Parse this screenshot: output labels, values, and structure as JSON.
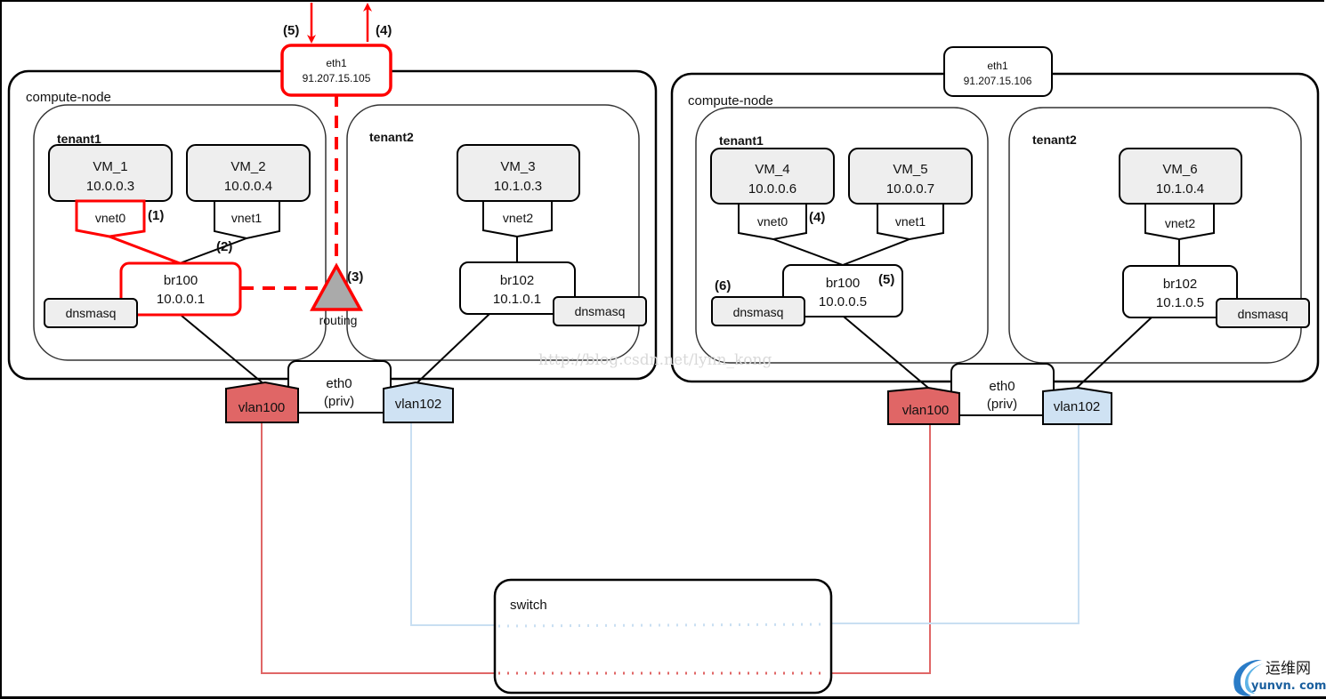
{
  "colors": {
    "highlight": "#ff0000",
    "vlan100_fill": "#e06666",
    "vlan102_fill": "#cfe2f3",
    "vm_fill": "#eeeeee",
    "vlan100_link": "#e06666",
    "vlan102_link": "#c9dff2",
    "routing_fill": "#aaaaaa"
  },
  "left_node": {
    "label": "compute-node",
    "eth1": {
      "name": "eth1",
      "ip": "91.207.15.105"
    },
    "arrows": {
      "in_label": "(5)",
      "out_label": "(4)"
    },
    "tenant1": {
      "label": "tenant1",
      "vm_a": {
        "name": "VM_1",
        "ip": "10.0.0.3"
      },
      "vm_b": {
        "name": "VM_2",
        "ip": "10.0.0.4"
      },
      "vnet_a": "vnet0",
      "vnet_b": "vnet1",
      "bridge": {
        "name": "br100",
        "ip": "10.0.0.1"
      },
      "dnsmasq": "dnsmasq",
      "step1": "(1)",
      "step2": "(2)"
    },
    "routing": {
      "label": "routing",
      "step": "(3)"
    },
    "tenant2": {
      "label": "tenant2",
      "vm": {
        "name": "VM_3",
        "ip": "10.1.0.3"
      },
      "vnet": "vnet2",
      "bridge": {
        "name": "br102",
        "ip": "10.1.0.1"
      },
      "dnsmasq": "dnsmasq"
    },
    "eth0": {
      "name": "eth0",
      "sub": "(priv)"
    },
    "vlan_a": "vlan100",
    "vlan_b": "vlan102"
  },
  "right_node": {
    "label": "compute-node",
    "eth1": {
      "name": "eth1",
      "ip": "91.207.15.106"
    },
    "tenant1": {
      "label": "tenant1",
      "vm_a": {
        "name": "VM_4",
        "ip": "10.0.0.6"
      },
      "vm_b": {
        "name": "VM_5",
        "ip": "10.0.0.7"
      },
      "vnet_a": "vnet0",
      "vnet_b": "vnet1",
      "bridge": {
        "name": "br100",
        "ip": "10.0.0.5"
      },
      "dnsmasq": "dnsmasq",
      "step4": "(4)",
      "step5": "(5)",
      "step6": "(6)"
    },
    "tenant2": {
      "label": "tenant2",
      "vm": {
        "name": "VM_6",
        "ip": "10.1.0.4"
      },
      "vnet": "vnet2",
      "bridge": {
        "name": "br102",
        "ip": "10.1.0.5"
      },
      "dnsmasq": "dnsmasq"
    },
    "eth0": {
      "name": "eth0",
      "sub": "(priv)"
    },
    "vlan_a": "vlan100",
    "vlan_b": "vlan102"
  },
  "switch": {
    "label": "switch"
  },
  "watermark": "http://blog.csdn.net/lynn_kong",
  "logo": {
    "cn": "运维网",
    "en": "yunvn. com"
  }
}
